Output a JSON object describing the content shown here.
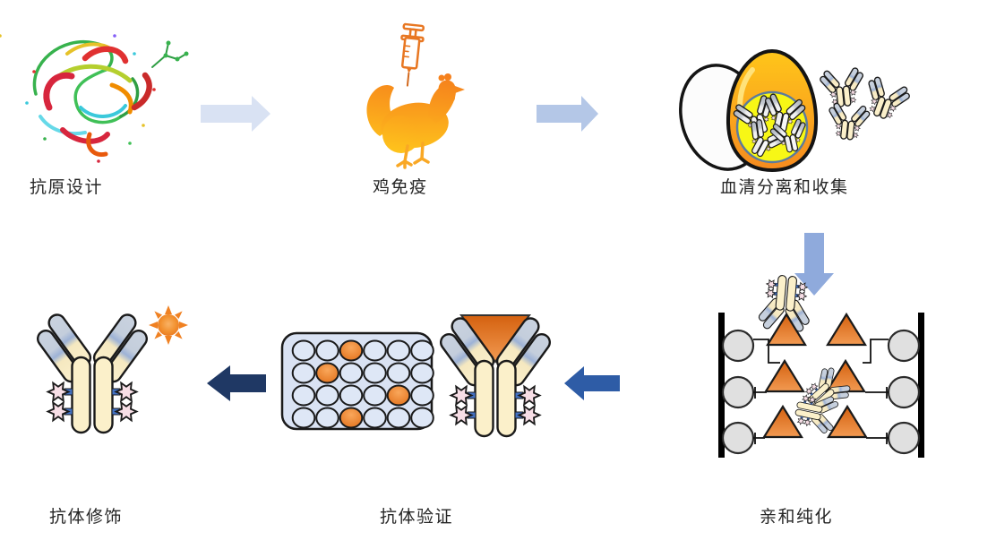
{
  "diagram": {
    "steps": [
      {
        "id": "antigen-design",
        "label": "抗原设计",
        "icon": "protein-structure-icon",
        "row": 1,
        "order": 1
      },
      {
        "id": "chicken-immunization",
        "label": "鸡免疫",
        "icon": "chicken-with-syringe-icon",
        "row": 1,
        "order": 2
      },
      {
        "id": "serum-separation-collection",
        "label": "血清分离和收集",
        "icon": "egg-yolk-antibodies-icon",
        "row": 1,
        "order": 3
      },
      {
        "id": "affinity-purification",
        "label": "亲和纯化",
        "icon": "affinity-column-icon",
        "row": 2,
        "order": 4
      },
      {
        "id": "antibody-validation",
        "label": "抗体验证",
        "icon": "microplate-antibody-antigen-icon",
        "row": 2,
        "order": 5
      },
      {
        "id": "antibody-modification",
        "label": "抗体修饰",
        "icon": "antibody-fluorophore-icon",
        "row": 2,
        "order": 6
      }
    ],
    "arrows": [
      {
        "from": "抗原设计",
        "to": "鸡免疫",
        "direction": "right",
        "color": "#D9E2F3"
      },
      {
        "from": "鸡免疫",
        "to": "血清分离和收集",
        "direction": "right",
        "color": "#B4C7E7"
      },
      {
        "from": "血清分离和收集",
        "to": "亲和纯化",
        "direction": "down",
        "color": "#8FAADC"
      },
      {
        "from": "亲和纯化",
        "to": "抗体验证",
        "direction": "left",
        "color": "#2E5CA6"
      },
      {
        "from": "抗体验证",
        "to": "抗体修饰",
        "direction": "left",
        "color": "#1F3864"
      }
    ],
    "microplate": {
      "rows": 4,
      "cols": 6,
      "positive_wells": [
        [
          0,
          2
        ],
        [
          1,
          1
        ],
        [
          2,
          4
        ],
        [
          3,
          2
        ]
      ],
      "positive_well_color": "#ED7D31",
      "plate_color": "#D9E2F3"
    },
    "palette": {
      "chicken_orange": "#F9A01B",
      "egg_orange": "#FFAE1A",
      "yolk_yellow": "#F7F716",
      "antigen_triangle_orange": "#E87722",
      "antibody_cream": "#FBF0CA",
      "antibody_tip_gray": "#C9D2DF",
      "antibody_tip_blue": "#9DB2D6",
      "glyco_star_pink": "#F7DEE6",
      "connector_blue": "#4472C4",
      "text_color": "#262626",
      "background": "#FFFFFF"
    }
  }
}
